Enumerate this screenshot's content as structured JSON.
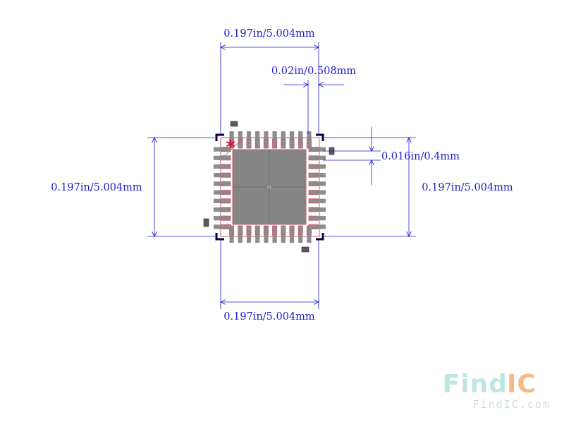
{
  "dimensions": {
    "top_width": "0.197in/5.004mm",
    "pitch": "0.02in/0.508mm",
    "pad_width": "0.016in/0.4mm",
    "left_height": "0.197in/5.004mm",
    "right_height": "0.197in/5.004mm",
    "bottom_width": "0.197in/5.004mm"
  },
  "package": {
    "pins_per_side": 10,
    "pin1_marker": "*",
    "center_label": "41"
  },
  "watermark": {
    "brand_find": "Find",
    "brand_ic": "IC",
    "url": "FindIC.com"
  },
  "colors": {
    "dimension_line": "#1c1cd0",
    "pad_fill": "#8c8c8c",
    "pad_outline": "#c85a6e",
    "body_outline": "#d05868",
    "exposed_pad": "#858585",
    "corner_marks": "#000040",
    "pin1_marker": "#d4143c",
    "watermark_find": "#b9e3e0",
    "watermark_ic": "#f3b27a"
  }
}
